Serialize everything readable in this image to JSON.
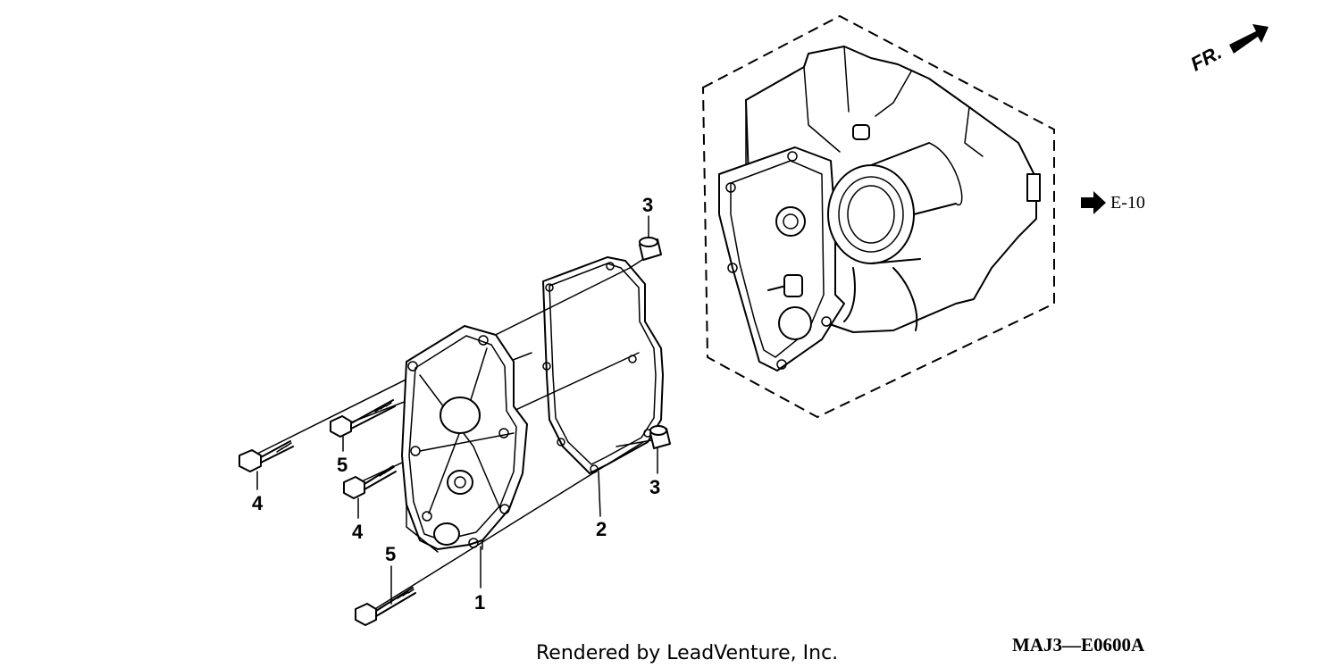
{
  "direction_indicator": {
    "label": "FR."
  },
  "reference_link": {
    "label": "E-10"
  },
  "diagram_code": "MAJ3—E0600A",
  "footer": "Rendered by LeadVenture, Inc.",
  "callouts": [
    {
      "part": "1"
    },
    {
      "part": "2"
    },
    {
      "part": "3"
    },
    {
      "part": "3"
    },
    {
      "part": "4"
    },
    {
      "part": "4"
    },
    {
      "part": "5"
    },
    {
      "part": "5"
    }
  ]
}
